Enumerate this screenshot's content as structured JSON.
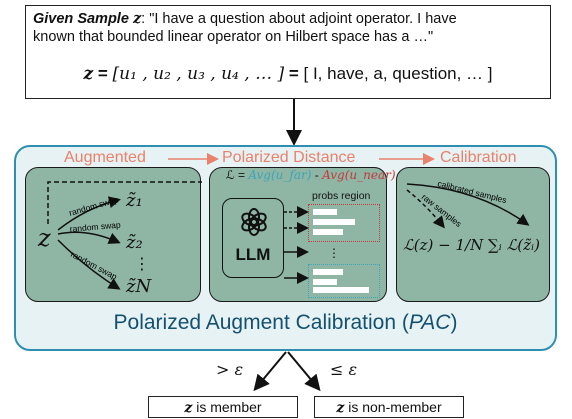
{
  "sample": {
    "label": "Given Sample",
    "var": "z",
    "line1_text": ": \"I have a question about adjoint operator. I have",
    "line2_text": "known that bounded linear operator on Hilbert space has a …\"",
    "eq_lhs": "z",
    "eq_tokens": "[u₁ , u₂ , u₃ , u₄ , … ]",
    "eq_words": "[ I, have, a, question, … ]"
  },
  "stages": {
    "augmented": "Augmented",
    "polarized": "Polarized Distance",
    "calibration": "Calibration"
  },
  "augment": {
    "input": "z",
    "swap_label": "random swap",
    "outputs": [
      "z̃₁",
      "z̃₂",
      "⋮",
      "z̃N"
    ]
  },
  "polar": {
    "formula_lhs": "ℒ = ",
    "avg_far": "Avg(u_far)",
    "minus": " - ",
    "avg_near": "Avg(u_near)",
    "model_label": "LLM",
    "probs_label": "probs region",
    "dots": "⋮"
  },
  "calib": {
    "calibrated_label": "calibrated samples",
    "raw_label": "raw samples",
    "formula": "ℒ(z) − 1/N ∑ᵢ ℒ(z̃ᵢ)"
  },
  "title": {
    "main": "Polarized Augment Calibration (",
    "acronym": "PAC",
    "close": ")"
  },
  "decision": {
    "gt_label": "> ε",
    "le_label": "≤ ε",
    "member": "is member",
    "non_member": "is non-member",
    "var": "z"
  },
  "colors": {
    "panel_border": "#2f8fb0",
    "panel_fill": "#e7f2f5",
    "sub_fill": "#8fb5a5",
    "stage_text": "#e8826b",
    "title_text": "#14506f",
    "far_color": "#3aa6b8",
    "near_color": "#c43a3a"
  }
}
